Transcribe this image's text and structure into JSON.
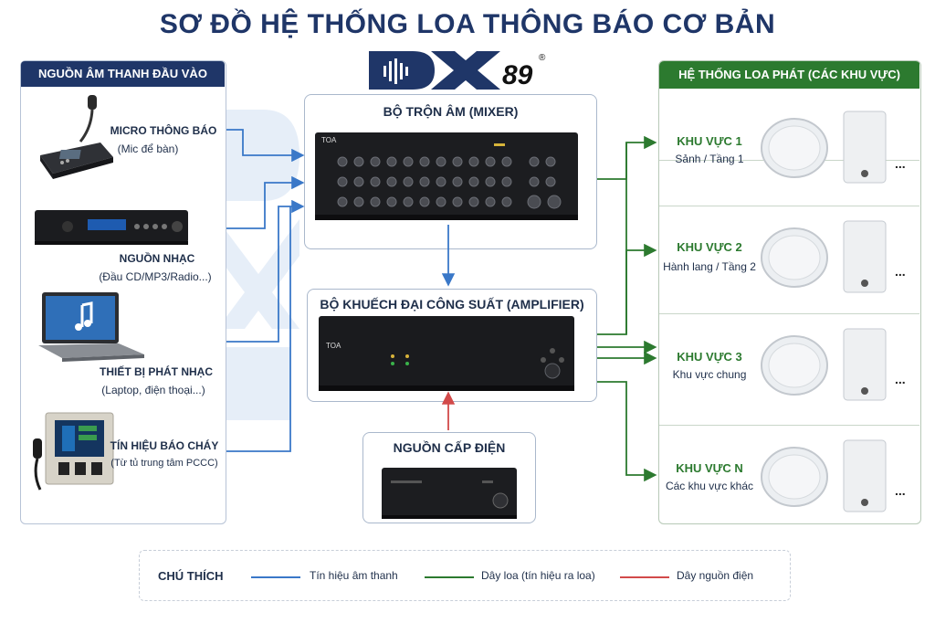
{
  "title": "SƠ ĐỒ HỆ THỐNG LOA THÔNG BÁO CƠ BẢN",
  "logo": {
    "number": "89",
    "reg": "®"
  },
  "colors": {
    "audio": "#3a78c8",
    "speaker": "#2c7a2f",
    "power": "#d24a4a",
    "navy": "#1f3668"
  },
  "left_panel": {
    "heading": "NGUỒN ÂM THANH ĐẦU VÀO",
    "sources": [
      {
        "label": "MICRO THÔNG BÁO",
        "sub": "(Mic để bàn)",
        "icon": "desk-microphone-icon"
      },
      {
        "label": "NGUỒN NHẠC",
        "sub": "(Đầu CD/MP3/Radio...)",
        "icon": "cd-player-icon"
      },
      {
        "label": "THIẾT BỊ PHÁT NHẠC",
        "sub": "(Laptop, điện thoại...)",
        "icon": "laptop-icon"
      },
      {
        "label": "TÍN HIỆU BÁO CHÁY",
        "sub": "(Từ tủ trung tâm PCCC)",
        "icon": "fire-alarm-panel-icon"
      }
    ]
  },
  "mixer": {
    "title": "BỘ TRỘN ÂM (MIXER)",
    "brand": "TOA",
    "icon": "mixer-icon"
  },
  "amplifier": {
    "title": "BỘ KHUẾCH ĐẠI CÔNG SUẤT (AMPLIFIER)",
    "brand": "TOA",
    "icon": "amplifier-icon"
  },
  "power": {
    "title": "NGUỒN CẤP ĐIỆN",
    "icon": "power-supply-icon"
  },
  "right_panel": {
    "heading": "HỆ THỐNG LOA PHÁT (CÁC KHU VỰC)",
    "zones": [
      {
        "title": "KHU VỰC 1",
        "sub": "Sảnh / Tầng 1",
        "more": "..."
      },
      {
        "title": "KHU VỰC 2",
        "sub": "Hành lang / Tầng 2",
        "more": "..."
      },
      {
        "title": "KHU VỰC 3",
        "sub": "Khu vực chung",
        "more": "..."
      },
      {
        "title": "KHU VỰC N",
        "sub": "Các khu vực khác",
        "more": "..."
      }
    ]
  },
  "legend": {
    "title": "CHÚ THÍCH",
    "items": [
      {
        "label": "Tín hiệu âm thanh",
        "color": "#3a78c8"
      },
      {
        "label": "Dây loa (tín hiệu ra loa)",
        "color": "#2c7a2f"
      },
      {
        "label": "Dây nguồn điện",
        "color": "#d24a4a"
      }
    ]
  }
}
